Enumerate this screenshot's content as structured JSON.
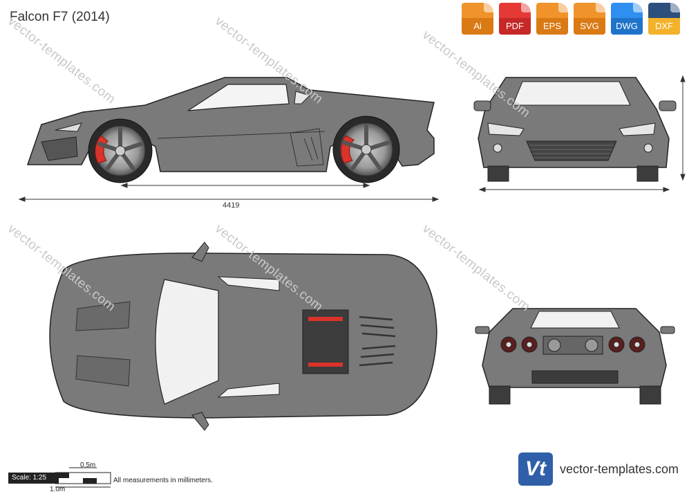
{
  "title": "Falcon F7 (2014)",
  "formats": [
    {
      "label": "Ai",
      "icon": "ai-file-icon",
      "color": "#f0932b"
    },
    {
      "label": "PDF",
      "icon": "pdf-file-icon",
      "color": "#e53935"
    },
    {
      "label": "EPS",
      "icon": "eps-file-icon",
      "color": "#f0932b"
    },
    {
      "label": "SVG",
      "icon": "svg-file-icon",
      "color": "#f0932b"
    },
    {
      "label": "DWG",
      "icon": "dwg-file-icon",
      "color": "#2e8ff0"
    },
    {
      "label": "DXF",
      "icon": "dxf-file-icon",
      "color": "#2d4f7c"
    }
  ],
  "dimensions": {
    "length": "4419"
  },
  "scale": {
    "label": "Scale: 1:25",
    "half": "0.5m",
    "full": "1.0m",
    "note": "All measurements in millimeters."
  },
  "brand": {
    "logo": "Vt",
    "text": "vector-templates.com"
  },
  "watermark": "vector-templates.com",
  "colors": {
    "body": "#7a7a7a",
    "dark": "#3c3c3c",
    "caliper": "#d9332b"
  }
}
